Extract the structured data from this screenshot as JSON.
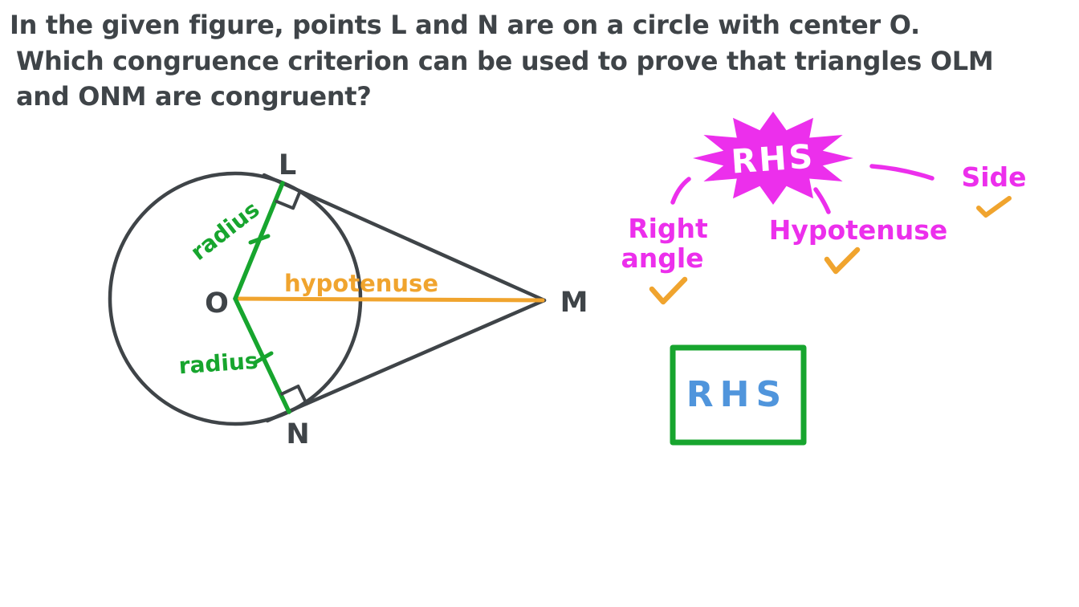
{
  "colors": {
    "dark": "#3F4448",
    "green": "#17A52E",
    "orange": "#F0A42E",
    "magenta": "#EC2FEC",
    "blue": "#5095DC",
    "paper": "#FFFFFF"
  },
  "question": {
    "line1": "In the given figure, points L and N are on a circle with center O.",
    "line2": "Which congruence criterion can be used to prove that triangles OLM",
    "line3": "and ONM are congruent?"
  },
  "figure": {
    "point_o": "O",
    "point_l": "L",
    "point_n": "N",
    "point_m": "M",
    "radius_upper_label": "radius",
    "radius_lower_label": "radius",
    "hypotenuse_label": "hypotenuse"
  },
  "mnemonic": {
    "burst": "RHS",
    "right_angle_word1": "Right",
    "right_angle_word2": "angle",
    "hypotenuse": "Hypotenuse",
    "side": "Side"
  },
  "answer": {
    "label": "RHS"
  }
}
